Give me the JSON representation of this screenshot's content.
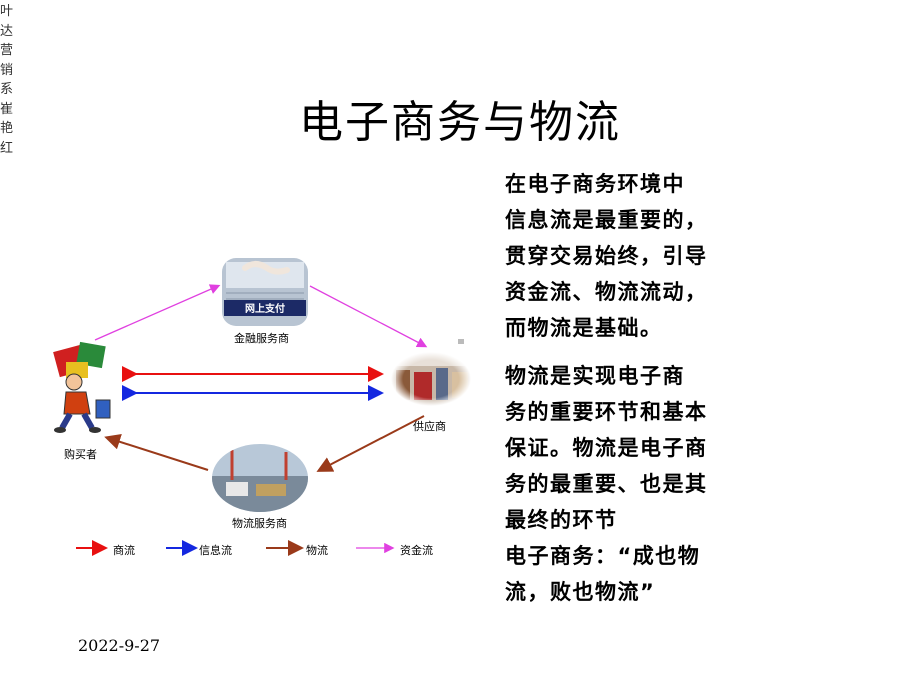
{
  "side_text": "叶\n达\n营\n销\n系\n崔\n艳\n红",
  "title": "电子商务与物流",
  "paragraph_lines": [
    "  在电子商务环境中",
    "信息流是最重要的，",
    "贯穿交易始终，引导",
    "资金流、物流流动，",
    "  而物流是基础。",
    "",
    "  物流是实现电子商",
    "务的重要环节和基本",
    "保证。物流是电子商",
    "务的最重要、也是其",
    "      最终的环节",
    "电子商务：“成也物",
    "  流，败也物流”"
  ],
  "date": "2022-9-27",
  "diagram": {
    "nodes": {
      "finance": {
        "label": "金融服务商",
        "image_text": "网上支付",
        "icon": "typing-keyboard-photo"
      },
      "buyer": {
        "label": "购买者",
        "icon": "shopper-with-bags-clipart"
      },
      "supplier": {
        "label": "供应商",
        "icon": "store-interior-photo"
      },
      "logistics": {
        "label": "物流服务商",
        "icon": "port-truck-photo"
      }
    },
    "legend": [
      {
        "label": "商流",
        "color": "#e81010"
      },
      {
        "label": "信息流",
        "color": "#1428e0"
      },
      {
        "label": "物流",
        "color": "#9a3a1a"
      },
      {
        "label": "资金流",
        "color": "#e040e0"
      }
    ]
  }
}
